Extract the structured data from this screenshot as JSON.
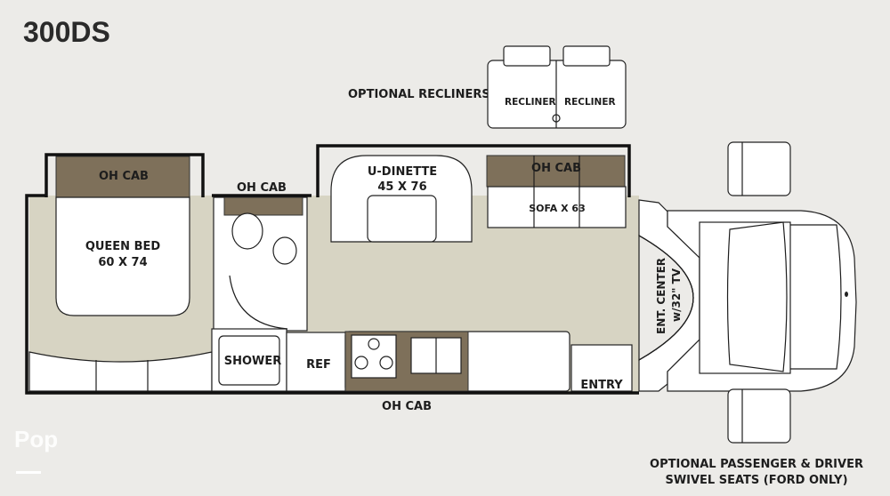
{
  "model": "300DS",
  "labels": {
    "optional_recliners": "OPTIONAL RECLINERS",
    "recliner_left": "RECLINER",
    "recliner_right": "RECLINER",
    "oh_cab_bedroom": "OH CAB",
    "oh_cab_bath": "OH CAB",
    "oh_cab_sofa": "OH CAB",
    "oh_cab_galley": "OH CAB",
    "queen_bed": "QUEEN BED",
    "queen_bed_size": "60 X 74",
    "u_dinette": "U-DINETTE",
    "u_dinette_size": "45 X 76",
    "sofa": "SOFA X 63",
    "ent_center": "ENT. CENTER",
    "ent_center_tv": "w/32\" TV",
    "shower": "SHOWER",
    "ref": "REF",
    "entry": "ENTRY",
    "optional_seats_line1": "OPTIONAL PASSENGER & DRIVER",
    "optional_seats_line2": "SWIVEL SEATS (FORD ONLY)"
  },
  "watermark": "Pop",
  "colors": {
    "floor": "#d7d4c3",
    "cabinet": "#7e705a",
    "background": "#ecebe8"
  }
}
